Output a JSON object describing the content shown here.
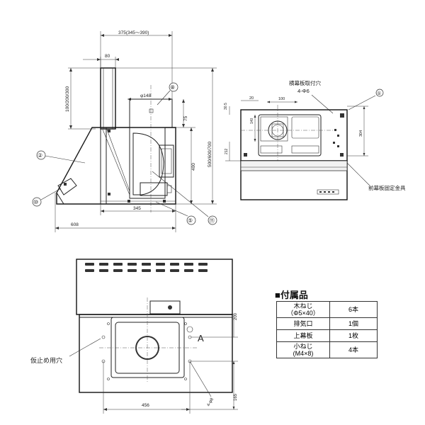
{
  "side_view": {
    "dim_top_width": "375(345～390)",
    "dim_duct_width": "80",
    "dim_duct_height": "100/200/300",
    "dim_total_height": "500/600/700",
    "dim_duct_dia": "φ148",
    "dim_75": "75",
    "dim_400": "400",
    "dim_345": "345",
    "dim_608": "608",
    "callouts": [
      "⑧",
      "②",
      "⑩",
      "⑤",
      "⑪"
    ]
  },
  "front_view": {
    "note_hole_title": "横幕板取付穴",
    "note_hole_spec": "4-Φ6",
    "dim_100": "100",
    "dim_20": "20",
    "dim_30_5": "30.5",
    "dim_140": "140",
    "dim_304": "304",
    "dim_212": "212",
    "callout_1": "①",
    "note_front_bracket": "前幕板固定金具"
  },
  "top_view": {
    "label_a": "A",
    "note_stop_hole": "仮止め用穴",
    "dim_200": "200",
    "dim_456": "456",
    "dim_165": "165",
    "dim_hole": "4-φ8"
  },
  "accessories": {
    "title": "■付属品",
    "rows": [
      {
        "name": "木ねじ\n（Φ5×40）",
        "qty": "6本"
      },
      {
        "name": "排気口",
        "qty": "1個"
      },
      {
        "name": "上幕板",
        "qty": "1枚"
      },
      {
        "name": "小ねじ\n(M4×8)",
        "qty": "4本"
      }
    ]
  }
}
